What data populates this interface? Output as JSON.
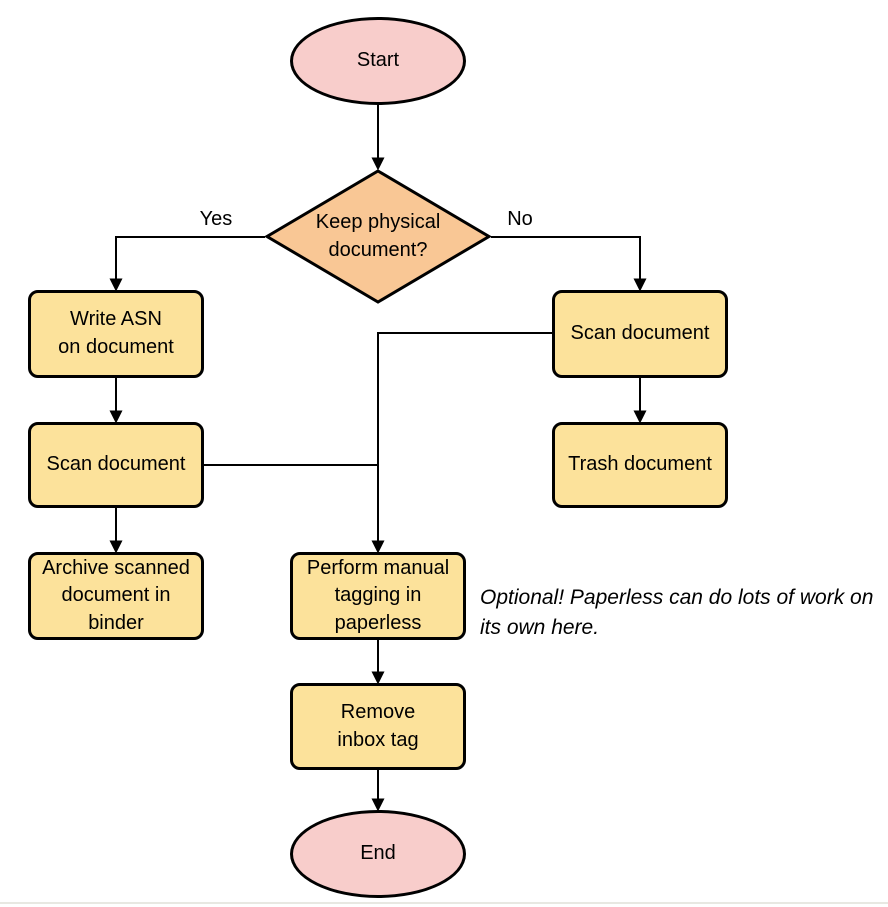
{
  "diagram": {
    "type": "flowchart",
    "subject": "Paperless document intake workflow"
  },
  "colors": {
    "terminal_fill": "#f8cdcb",
    "decision_fill": "#f9c795",
    "process_fill": "#fce29b",
    "stroke": "#000000",
    "background": "#ffffff"
  },
  "nodes": {
    "start": {
      "label": "Start",
      "type": "terminal"
    },
    "decision": {
      "label": "Keep physical\ndocument?",
      "type": "decision"
    },
    "write_asn": {
      "label": "Write ASN\non document",
      "type": "process"
    },
    "scan_left": {
      "label": "Scan document",
      "type": "process"
    },
    "archive": {
      "label": "Archive scanned\ndocument in\nbinder",
      "type": "process"
    },
    "scan_right": {
      "label": "Scan document",
      "type": "process"
    },
    "trash": {
      "label": "Trash document",
      "type": "process"
    },
    "tagging": {
      "label": "Perform manual\ntagging in\npaperless",
      "type": "process"
    },
    "remove_inbox": {
      "label": "Remove\ninbox tag",
      "type": "process"
    },
    "end": {
      "label": "End",
      "type": "terminal"
    }
  },
  "edge_labels": {
    "yes": "Yes",
    "no": "No"
  },
  "annotation": {
    "text": "Optional! Paperless can do lots of work on\nits own here."
  }
}
